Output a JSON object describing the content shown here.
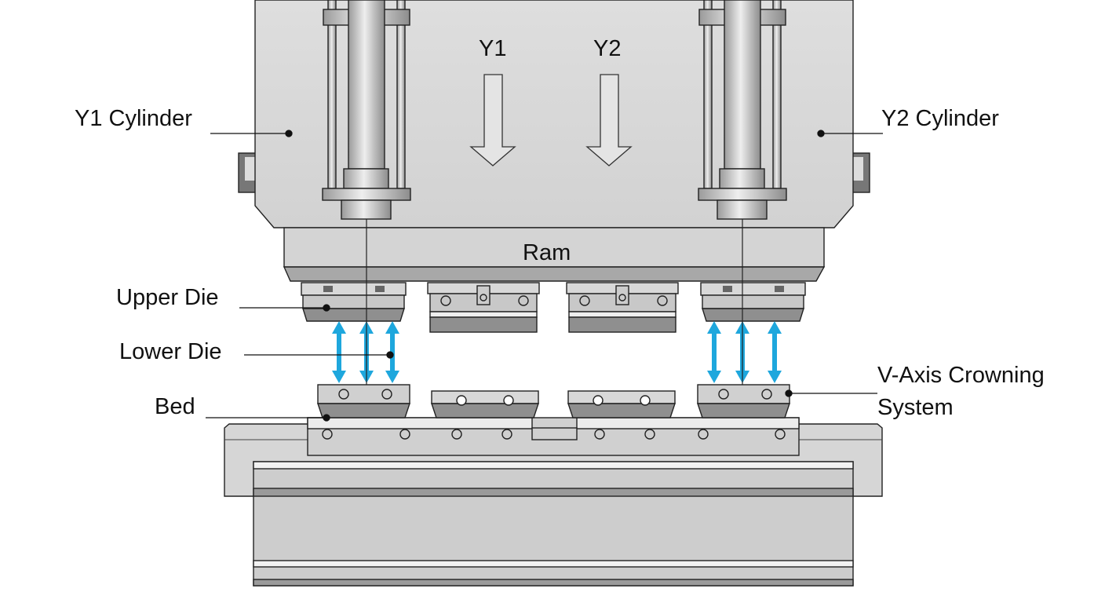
{
  "labels": {
    "y1_cylinder": "Y1 Cylinder",
    "y2_cylinder": "Y2 Cylinder",
    "y1": "Y1",
    "y2": "Y2",
    "ram": "Ram",
    "upper_die": "Upper Die",
    "lower_die": "Lower Die",
    "bed": "Bed",
    "crowning_line1": "V-Axis Crowning",
    "crowning_line2": "System"
  },
  "colors": {
    "arrow": "#1ea7dd",
    "frame": "#d9d9d9",
    "dark": "#8a8a8a"
  }
}
